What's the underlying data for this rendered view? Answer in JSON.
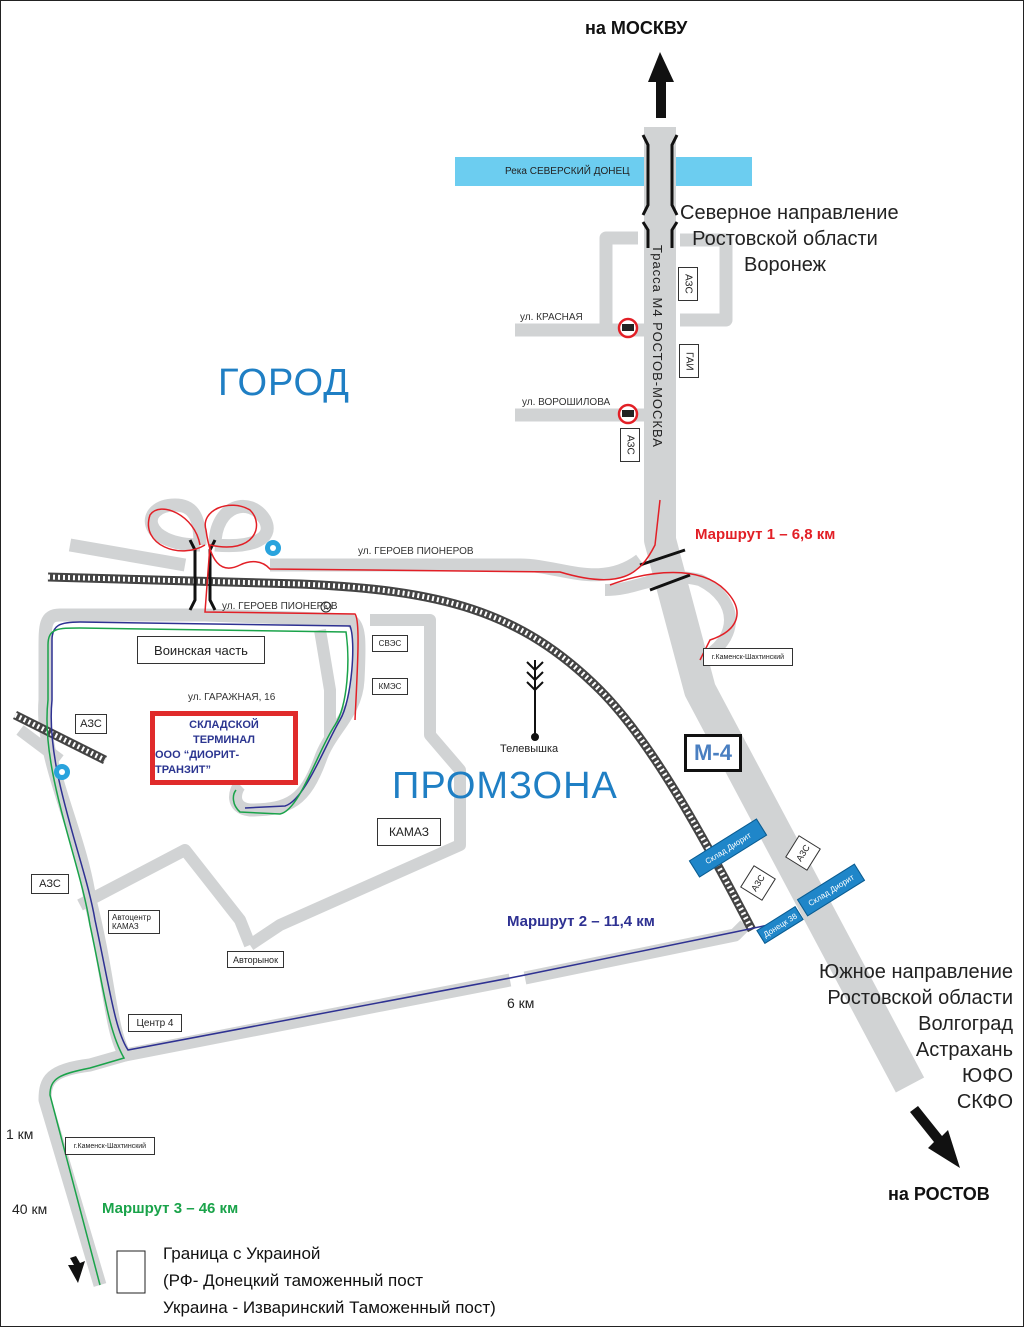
{
  "directions": {
    "north": "на МОСКВУ",
    "south": "на РОСТОВ"
  },
  "river": {
    "label": "Река СЕВЕРСКИЙ ДОНЕЦ",
    "color": "#6ccdf0"
  },
  "highway": {
    "label": "Трасса М4  РОСТОВ-МОСКВА",
    "sign": "M-4"
  },
  "areas": {
    "city": "ГОРОД",
    "industrial": "ПРОМЗОНА"
  },
  "north_region": [
    "Северное направление",
    "Ростовской области",
    "Воронеж"
  ],
  "south_region": [
    "Южное направление",
    "Ростовской области",
    "Волгоград",
    "Астрахань",
    "ЮФО",
    "СКФО"
  ],
  "streets": {
    "krasnaya": "ул. КРАСНАЯ",
    "voroshilova": "ул. ВОРОШИЛОВА",
    "geroev_pionerov_1": "ул. ГЕРОЕВ ПИОНЕРОВ",
    "geroev_pionerov_2": "ул. ГЕРОЕВ ПИОНЕРОВ",
    "garazhnaya": "ул. ГАРАЖНАЯ, 16"
  },
  "places": {
    "azs_1": "АЗС",
    "gai": "ГАИ",
    "azs_2": "АЗС",
    "voinskaya": "Воинская часть",
    "sves": "СВЭС",
    "kmes": "КМЭС",
    "azs_left": "АЗС",
    "azs_left2": "АЗС",
    "kamaz": "КАМАЗ",
    "avtocenter": [
      "Автоцентр",
      "КАМАЗ"
    ],
    "avtorynok": "Авторынок",
    "centr4": "Центр 4",
    "televyshka": "Телевышка",
    "azs_m4a": "АЗС",
    "azs_m4b": "АЗС",
    "kamensk_1": "г.Каменск-Шахтинский",
    "kamensk_2": "г.Каменск-Шахтинский"
  },
  "terminal": [
    "СКЛАДСКОЙ",
    "ТЕРМИНАЛ",
    "ООО “ДИОРИТ-ТРАНЗИТ”"
  ],
  "signs": {
    "sklad_1": "Склад Диорит",
    "sklad_2": "Склад Диорит",
    "donetsk": "Донецк 38"
  },
  "routes": [
    {
      "name": "Маршрут 1 – 6,8 км",
      "color": "#e21f26"
    },
    {
      "name": "Маршрут 2 – 11,4 км",
      "color": "#2e3192"
    },
    {
      "name": "Маршрут 3 – 46 км",
      "color": "#1aa34a"
    }
  ],
  "distances": {
    "d6": "6 км",
    "d1": "1 км",
    "d40": "40 км"
  },
  "legend": [
    "Граница с Украиной",
    "(РФ- Донецкий таможенный пост",
    "Украина - Изваринский Таможенный пост)"
  ],
  "colors": {
    "road": "#d1d3d4",
    "area_text": "#1f7fc4",
    "sign_blue": "#1f86c9"
  },
  "icons": [
    "north-arrow-icon",
    "south-arrow-icon",
    "truck-prohibited-icon",
    "roundabout-icon",
    "tower-icon",
    "railway-icon",
    "bridge-icon"
  ]
}
